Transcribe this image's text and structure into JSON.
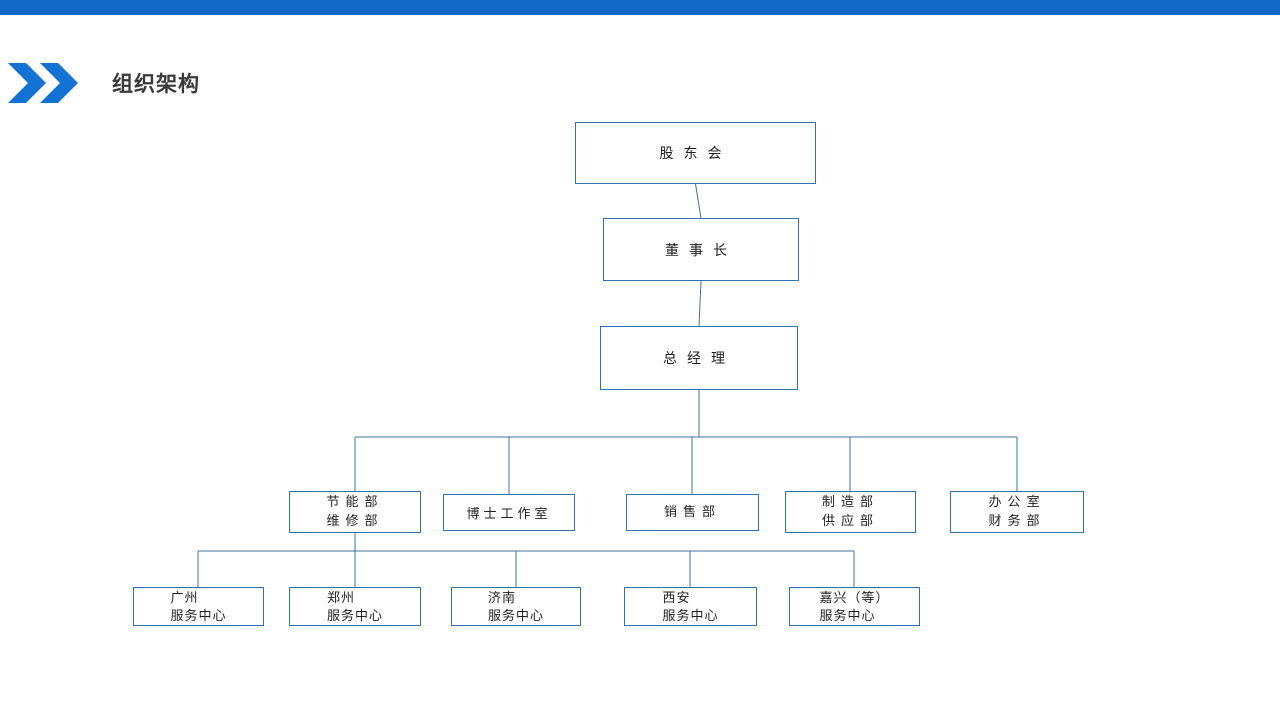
{
  "slide_title": "组织架构",
  "colors": {
    "top_bar": "#1269C7",
    "chevron": "#1472D5",
    "box_border": "#2E74B5",
    "connector_line": "#41719C",
    "title_text": "#3A3A3A"
  },
  "org": {
    "level1": {
      "label": "股东会"
    },
    "level2": {
      "label": "董事长"
    },
    "level3": {
      "label": "总经理"
    },
    "departments": [
      {
        "line1": "节能部",
        "line2": "维修部"
      },
      {
        "line1": "博士工作室"
      },
      {
        "line1": "销售部"
      },
      {
        "line1": "制造部",
        "line2": "供应部"
      },
      {
        "line1": "办公室",
        "line2": "财务部"
      }
    ],
    "service_centers": [
      {
        "line1": "广州",
        "line2": "服务中心"
      },
      {
        "line1": "郑州",
        "line2": "服务中心"
      },
      {
        "line1": "济南",
        "line2": "服务中心"
      },
      {
        "line1": "西安",
        "line2": "服务中心"
      },
      {
        "line1": "嘉兴（等）",
        "line2": "服务中心"
      }
    ]
  }
}
